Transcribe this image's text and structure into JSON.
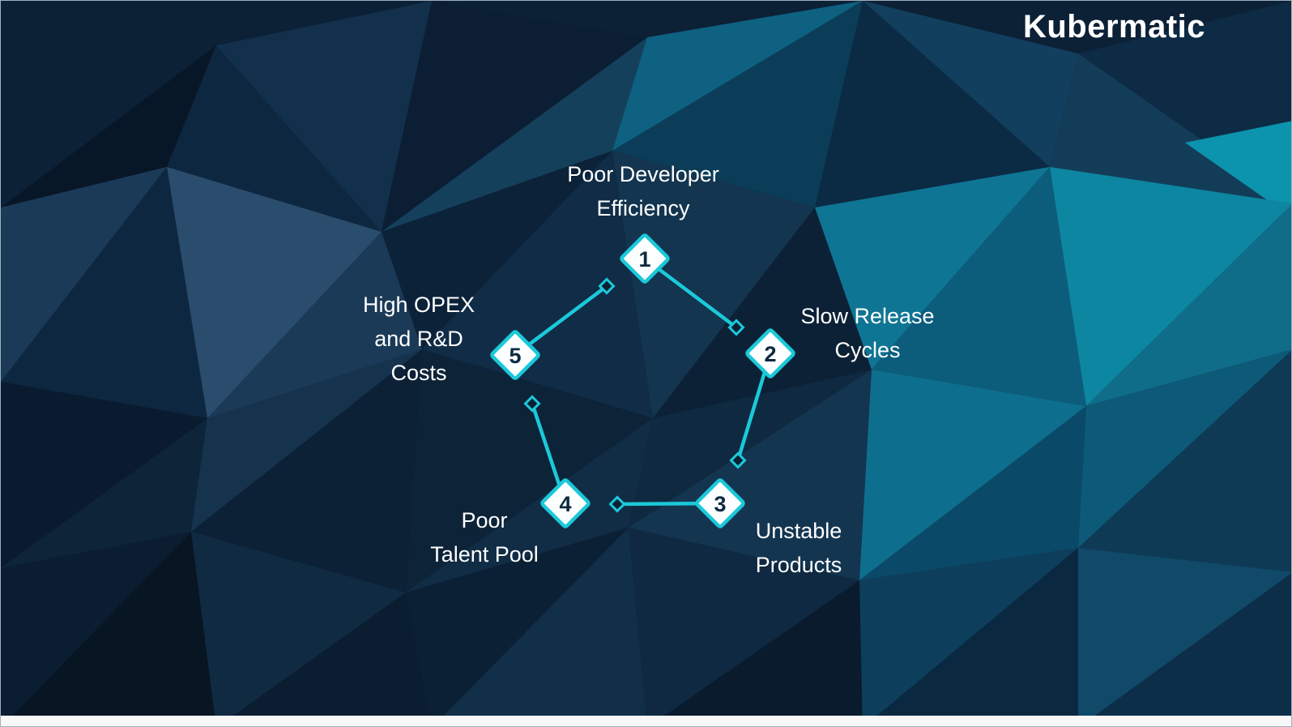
{
  "slide": {
    "brand": "Kubermatic"
  },
  "diagram": {
    "type": "cycle",
    "nodes": [
      {
        "number": "1",
        "label": "Poor Developer\nEfficiency"
      },
      {
        "number": "2",
        "label": "Slow Release\nCycles"
      },
      {
        "number": "3",
        "label": "Unstable\nProducts"
      },
      {
        "number": "4",
        "label": "Poor\nTalent Pool"
      },
      {
        "number": "5",
        "label": "High OPEX\nand R&D\nCosts"
      }
    ],
    "connections": [
      [
        "1",
        "2"
      ],
      [
        "2",
        "3"
      ],
      [
        "3",
        "4"
      ],
      [
        "4",
        "5"
      ],
      [
        "5",
        "1"
      ]
    ]
  },
  "colors": {
    "accent": "#1BC9D9",
    "node_fill": "#FCFEFF",
    "node_number": "#0D2A3F",
    "label_text": "#FFFFFF",
    "background_base": "#0C2036",
    "teal_highlight": "#0C93AD"
  }
}
